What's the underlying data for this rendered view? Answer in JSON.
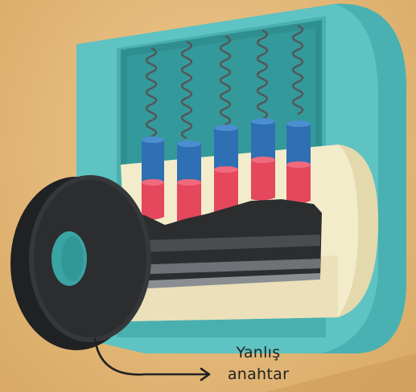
{
  "caption": {
    "line1": "Yanlış",
    "line2": "anahtar"
  },
  "pin_count": 5,
  "colors": {
    "background": "#e3b97d",
    "lock_housing": "#5ec3c2",
    "lock_housing_dark": "#3a9ea0",
    "plug": "#f3eccb",
    "spring": "#555555",
    "driver_pin": "#2f6fb3",
    "key_pin": "#e5475d",
    "key": "#2b2d2f"
  },
  "icons": {
    "pointer": "curved-arrow-icon"
  }
}
